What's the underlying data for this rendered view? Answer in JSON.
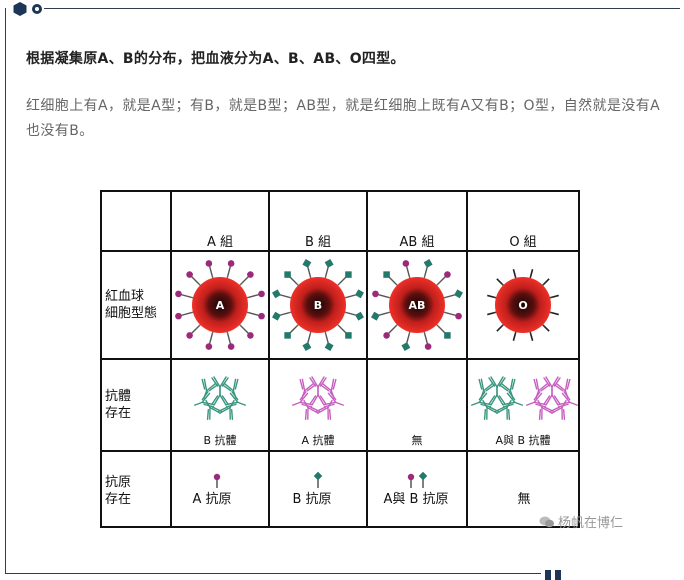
{
  "heading": "根据凝集原A、B的分布，把血液分为A、B、AB、O四型。",
  "paragraph": "红细胞上有A，就是A型；有B，就是B型；AB型，就是红细胞上既有A又有B；O型，自然就是没有A也没有B。",
  "table": {
    "columns": [
      "A 組",
      "B 組",
      "AB 組",
      "O 組"
    ],
    "rows": {
      "cell": {
        "label_line1": "紅血球",
        "label_line2": "細胞型態",
        "cell_labels": [
          "A",
          "B",
          "AB",
          "O"
        ]
      },
      "antibody": {
        "label_line1": "抗體",
        "label_line2": "存在",
        "captions": [
          "B 抗體",
          "A 抗體",
          "無",
          "A與 B 抗體"
        ]
      },
      "antigen": {
        "label_line1": "抗原",
        "label_line2": "存在",
        "captions": [
          "A 抗原",
          "B 抗原",
          "A與 B 抗原",
          "無"
        ]
      }
    }
  },
  "watermark": "杨帆在博仁",
  "colors": {
    "antigen_a": "#9c2a7b",
    "antigen_b": "#23796a",
    "cell_red": "#e52a25",
    "antibody_green": "#39957e",
    "antibody_pink": "#c65ec0",
    "frame": "#2f3e4e"
  }
}
